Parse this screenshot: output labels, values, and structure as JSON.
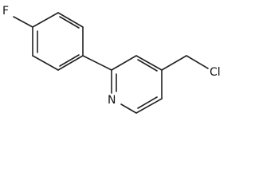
{
  "molecule": {
    "atoms": {
      "fluorine": "F",
      "nitrogen": "N",
      "chlorine": "Cl"
    }
  },
  "colors": {
    "bond": "#222222",
    "text": "#111111",
    "background": "#ffffff"
  }
}
